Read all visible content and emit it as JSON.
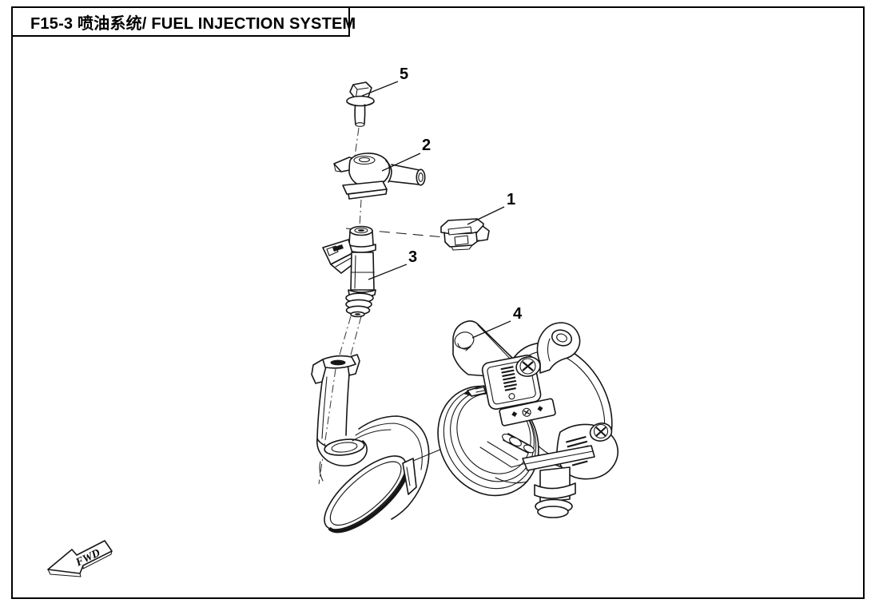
{
  "page": {
    "title": "F15-3 喷油系统/ FUEL INJECTION SYSTEM"
  },
  "diagram": {
    "fwd_label": "FWD",
    "callouts": [
      {
        "number": "1"
      },
      {
        "number": "2"
      },
      {
        "number": "3"
      },
      {
        "number": "4"
      },
      {
        "number": "5"
      }
    ]
  }
}
